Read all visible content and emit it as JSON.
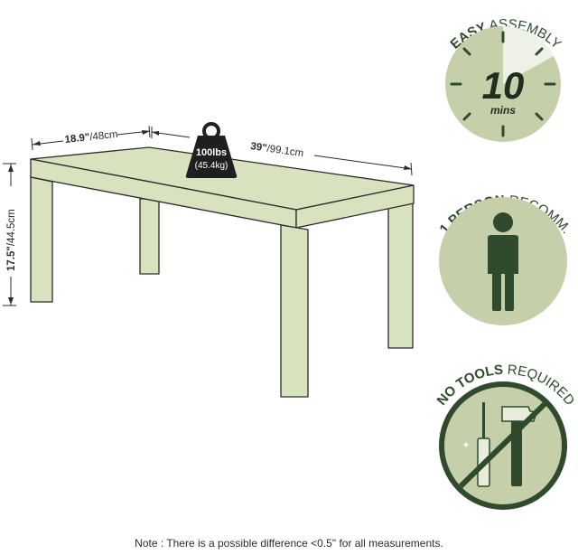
{
  "dimensions": {
    "depth_value": "18.9\"",
    "depth_metric": "/48cm",
    "width_value": "39\"",
    "width_metric": "/99.1cm",
    "height_value": "17.5\"",
    "height_metric": "/44.5cm"
  },
  "weight": {
    "imperial": "100lbs",
    "metric": "(45.4kg)"
  },
  "badges": {
    "assembly": {
      "title_bold": "EASY",
      "title_light": "ASSEMBLY",
      "number": "10",
      "unit": "mins"
    },
    "person": {
      "title_bold": "1 PERSON",
      "title_light": "RECOMM."
    },
    "tools": {
      "title_bold": "NO TOOLS",
      "title_light": "REQUIRED",
      "plus_symbol": "+"
    }
  },
  "colors": {
    "table_fill": "#d8e2bf",
    "outline": "#2b2b2b",
    "badge_fill": "#c5cfaa",
    "badge_dark": "#2f4a2d"
  },
  "note": "Note : There is a possible difference <0.5\" for all measurements."
}
